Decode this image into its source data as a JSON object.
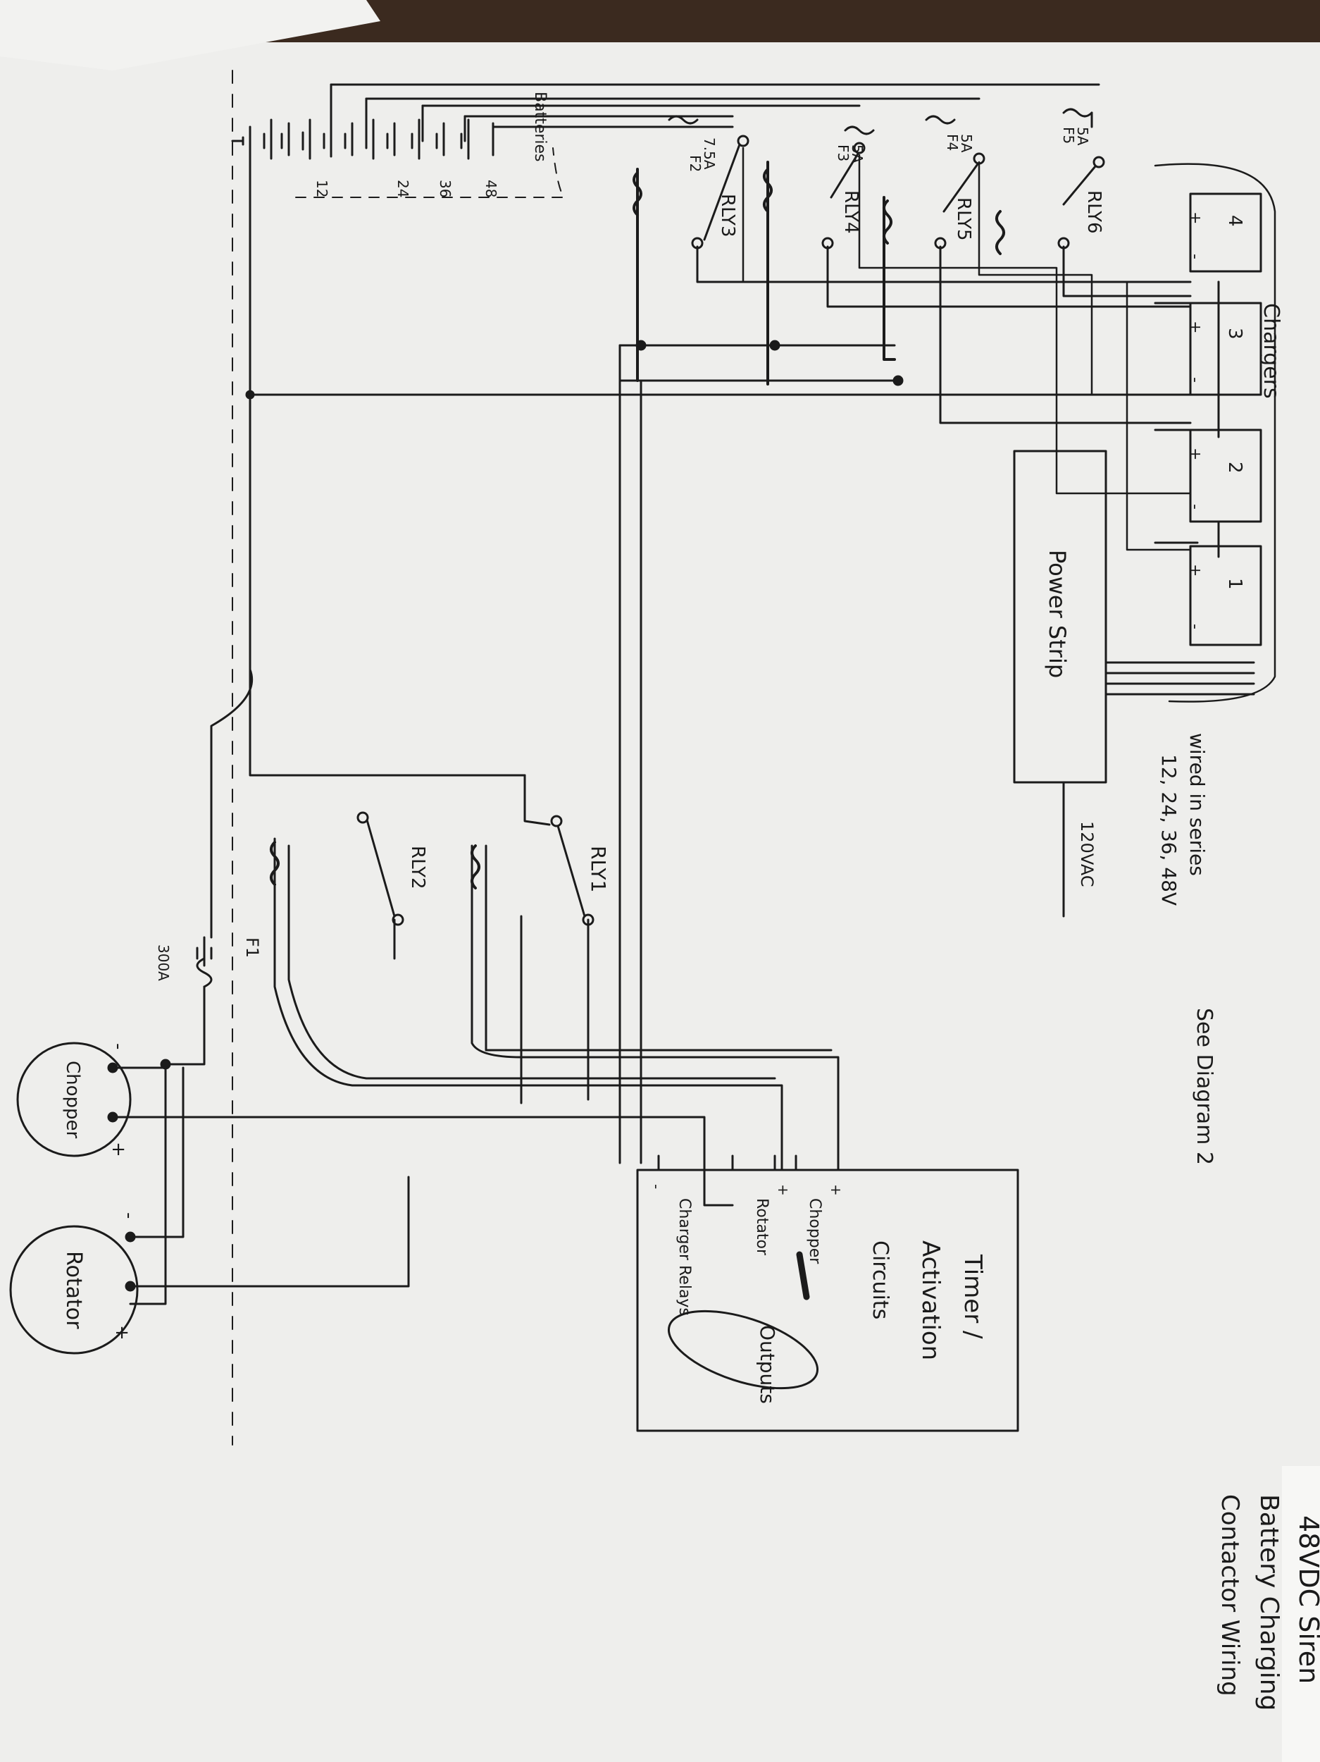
{
  "title_block": {
    "line1": "48VDC Siren",
    "line2": "Battery Charging",
    "line3": "Contactor Wiring"
  },
  "chargers": {
    "label": "Chargers",
    "units": [
      {
        "number": "4",
        "plus": "+",
        "minus": "-"
      },
      {
        "number": "3",
        "plus": "+",
        "minus": "-"
      },
      {
        "number": "2",
        "plus": "+",
        "minus": "-"
      },
      {
        "number": "1",
        "plus": "+",
        "minus": "-"
      }
    ],
    "note_line1": "wired in series",
    "note_line2": "12, 24, 36, 48V",
    "note_see": "See Diagram 2"
  },
  "power_strip": {
    "label": "Power Strip",
    "input": "120VAC"
  },
  "batteries": {
    "label": "Batteries",
    "taps": [
      "48",
      "36",
      "24",
      "12"
    ]
  },
  "fuses": [
    {
      "id": "F5",
      "rating": "5A"
    },
    {
      "id": "F4",
      "rating": "5A"
    },
    {
      "id": "F3",
      "rating": "5A"
    },
    {
      "id": "F2",
      "rating": "7.5A"
    },
    {
      "id": "F1",
      "rating": "300A"
    }
  ],
  "relays": [
    "RLY6",
    "RLY5",
    "RLY4",
    "RLY3",
    "RLY2",
    "RLY1"
  ],
  "motors": [
    {
      "name": "Chopper",
      "minus": "-",
      "plus": "+"
    },
    {
      "name": "Rotator",
      "minus": "-",
      "plus": "+"
    }
  ],
  "timer": {
    "line1": "Timer /",
    "line2": "Activation",
    "line3": "Circuits",
    "outputs_label": "Outputs",
    "terminals": [
      {
        "sign": "+",
        "name": "Chopper"
      },
      {
        "sign": "+",
        "name": "Rotator"
      },
      {
        "sign": "-",
        "name": "Charger Relays"
      }
    ]
  }
}
